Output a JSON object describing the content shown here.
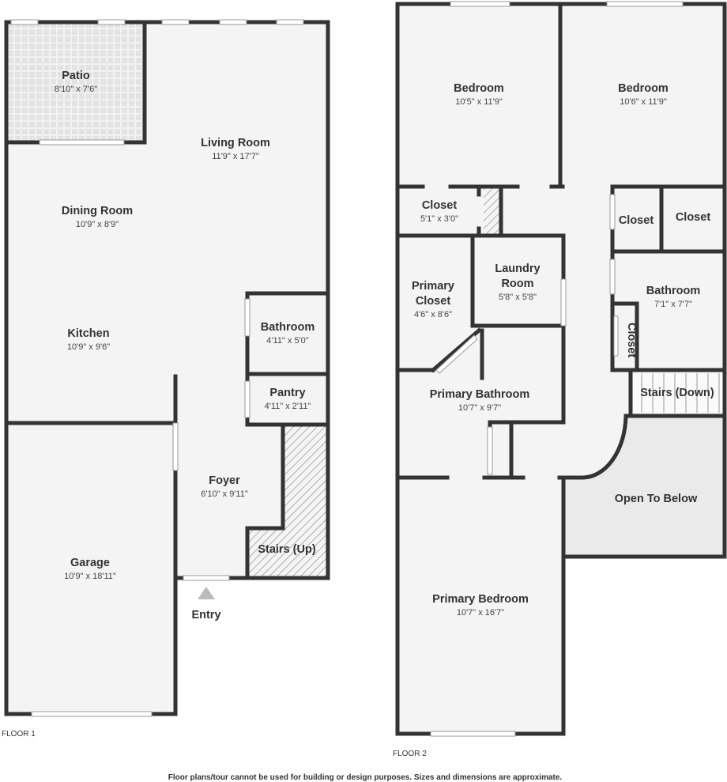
{
  "floor1": {
    "label": "FLOOR 1",
    "rooms": {
      "patio": {
        "name": "Patio",
        "dims": "8'10\" x 7'6\""
      },
      "living": {
        "name": "Living Room",
        "dims": "11'9\" x 17'7\""
      },
      "dining": {
        "name": "Dining Room",
        "dims": "10'9\" x 8'9\""
      },
      "kitchen": {
        "name": "Kitchen",
        "dims": "10'9\" x 9'6\""
      },
      "bath": {
        "name": "Bathroom",
        "dims": "4'11\" x 5'0\""
      },
      "pantry": {
        "name": "Pantry",
        "dims": "4'11\" x 2'11\""
      },
      "foyer": {
        "name": "Foyer",
        "dims": "6'10\" x 9'11\""
      },
      "garage": {
        "name": "Garage",
        "dims": "10'9\" x 18'11\""
      },
      "stairs": {
        "name": "Stairs (Up)"
      }
    },
    "entry": "Entry"
  },
  "floor2": {
    "label": "FLOOR 2",
    "rooms": {
      "bed1": {
        "name": "Bedroom",
        "dims": "10'5\" x 11'9\""
      },
      "bed2": {
        "name": "Bedroom",
        "dims": "10'6\" x 11'9\""
      },
      "closet1": {
        "name": "Closet",
        "dims": "5'1\" x 3'0\""
      },
      "closet2": {
        "name": "Closet"
      },
      "closet3": {
        "name": "Closet"
      },
      "pcloset": {
        "name1": "Primary",
        "name2": "Closet",
        "dims": "4'6\" x 8'6\""
      },
      "laundry": {
        "name1": "Laundry",
        "name2": "Room",
        "dims": "5'8\" x 5'8\""
      },
      "bath2": {
        "name": "Bathroom",
        "dims": "7'1\" x 7'7\""
      },
      "closet4": {
        "name": "Closet"
      },
      "pbath": {
        "name": "Primary Bathroom",
        "dims": "10'7\" x 9'7\""
      },
      "stairs": {
        "name": "Stairs (Down)"
      },
      "open": {
        "name": "Open To Below"
      },
      "pbed": {
        "name": "Primary Bedroom",
        "dims": "10'7\" x 16'7\""
      }
    }
  },
  "disclaimer": "Floor plans/tour cannot be used for building or design purposes. Sizes and dimensions are approximate.",
  "colors": {
    "wall": "#333333",
    "floor": "#f4f4f4",
    "patio": "#e6e6e6",
    "open": "#eaeaea"
  }
}
